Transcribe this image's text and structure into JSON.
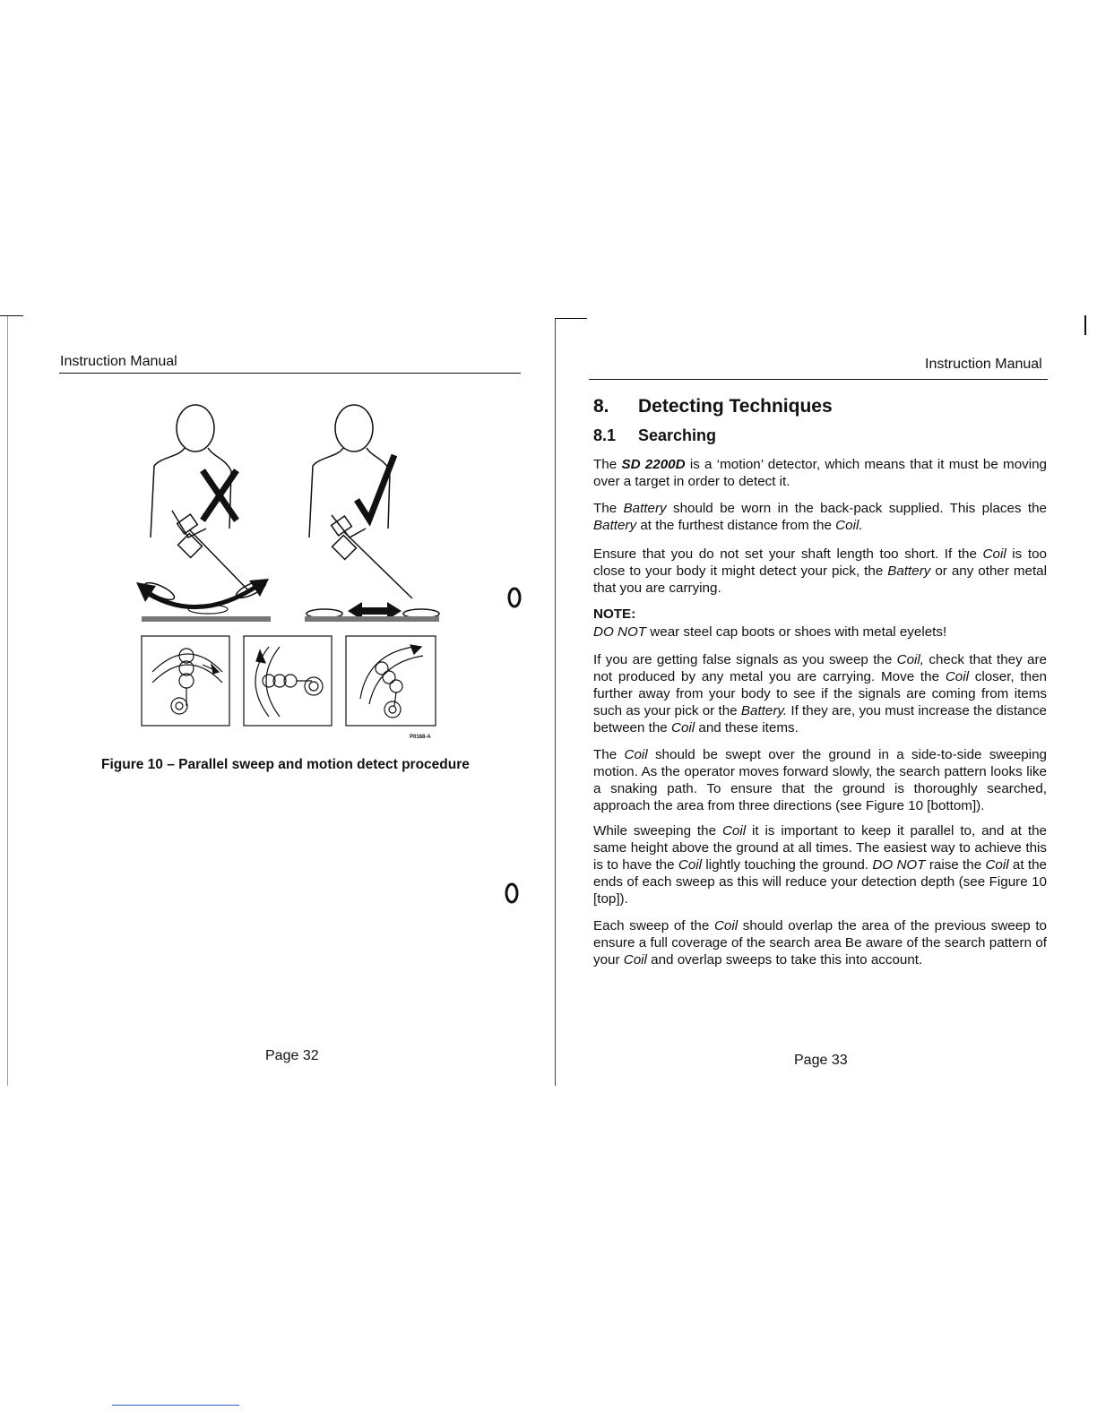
{
  "left_page": {
    "header": "Instruction Manual",
    "figure_code": "P0188-A",
    "caption": "Figure 10 – Parallel sweep and motion detect procedure",
    "page_number": "Page 32"
  },
  "right_page": {
    "header": "Instruction Manual",
    "section_number": "8.",
    "section_title": "Detecting Techniques",
    "subsection_number": "8.1",
    "subsection_title": "Searching",
    "p1": {
      "a": "The ",
      "model": "SD 2200D",
      "b": " is a ‘motion’ detector, which means that it must be moving over a target in order to detect it."
    },
    "p2": {
      "battery1": "Battery",
      "a": " should be worn in the back-pack supplied. This places the ",
      "battery2": "Battery",
      "b": " at the furthest distance from the ",
      "coil": "Coil."
    },
    "p3": {
      "a": "Ensure that you do not set your shaft length too short. If the ",
      "coil": "Coil",
      "b": " is too close to your body it might detect your pick, the ",
      "battery": "Battery",
      "c": " or any other metal that you are carrying."
    },
    "note": {
      "label": "NOTE:",
      "emph": "DO NOT",
      "text": " wear steel cap boots or shoes with metal eyelets!"
    },
    "p4": {
      "a": "If you are getting false signals as you sweep the ",
      "coil1": "Coil,",
      "b": " check that they are not produced by any metal you are carrying. Move the ",
      "coil2": "Coil",
      "c": " closer, then further away from your body to see if the signals are coming from items such as your pick or the ",
      "battery": "Battery.",
      "d": " If they are, you must increase the distance between the ",
      "coil3": "Coil",
      "e": " and these items."
    },
    "p5": {
      "coil": "Coil",
      "a": " should be swept over the ground in a side-to-side sweeping motion. As the operator moves forward slowly, the search pattern looks like a snaking path. To ensure that the ground is thoroughly searched, approach the area from three directions (see Figure 10 [bottom])."
    },
    "p6": {
      "a": "While sweeping the ",
      "coil1": "Coil",
      "b": " it is important to keep it parallel to, and at the same height above the ground at all times. The easiest way to achieve this is to have the ",
      "coil2": "Coil",
      "c": " lightly touching the ground. ",
      "emph": "DO NOT",
      "d": " raise the ",
      "coil3": "Coil",
      "e": " at the ends of each sweep as this will reduce your detection depth (see Figure 10 [top])."
    },
    "p7": {
      "a": "Each sweep of the ",
      "coil1": "Coil",
      "b": " should overlap the area of the previous sweep to ensure a full coverage of the search area Be aware of the search pattern of your ",
      "coil2": "Coil",
      "c": " and overlap sweeps to take this into account."
    },
    "the": "The",
    "page_number": "Page 33"
  },
  "icons": [
    "incorrect-cross-icon",
    "correct-tick-icon",
    "binder-hole-icon"
  ]
}
